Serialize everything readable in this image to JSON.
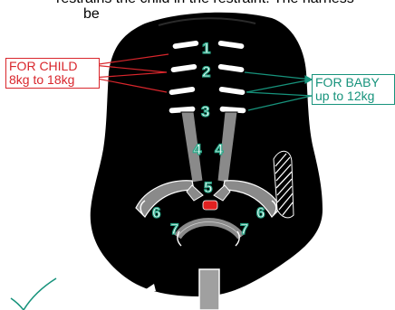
{
  "header": {
    "line1": "restrains the child in the restraint. The harness",
    "line2": "be"
  },
  "labels": {
    "child": [
      "FOR CHILD",
      "8kg to 18kg"
    ],
    "baby": [
      "FOR BABY",
      "up to 12kg"
    ]
  },
  "numbers": {
    "slot1": "1",
    "slot2": "2",
    "slot3": "3",
    "strap_left": "4",
    "strap_right": "4",
    "buckle": "5",
    "hip_left": "6",
    "hip_right": "6",
    "crotch_left": "7",
    "crotch_right": "7"
  },
  "colors": {
    "child_label": "#d9262c",
    "baby_label": "#17937c",
    "number_outline": "#2aa889",
    "seat": "#000000",
    "strap": "#8a8a8a",
    "buckle_release": "#e02020"
  },
  "icons": [
    "checkmark-icon"
  ]
}
